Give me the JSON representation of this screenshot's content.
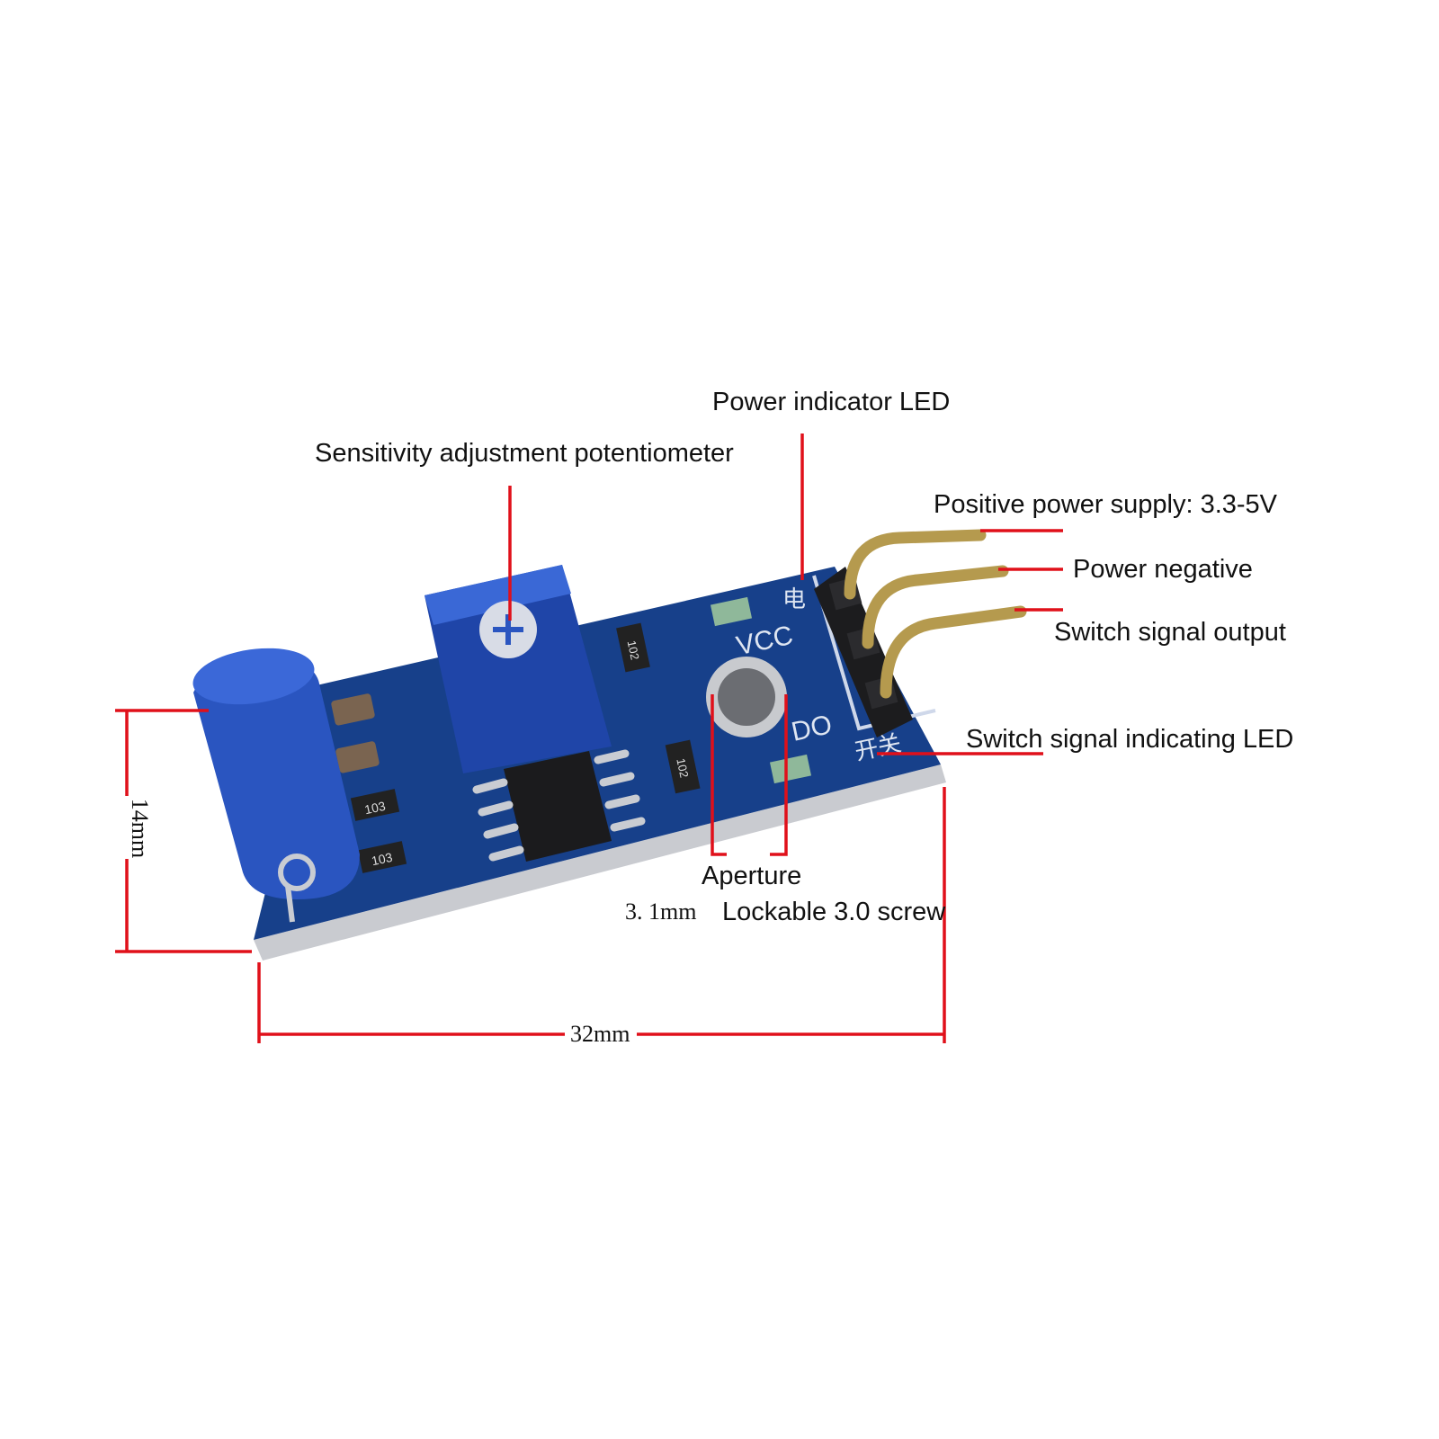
{
  "annotations": {
    "power_led": "Power indicator LED",
    "potentiometer": "Sensitivity adjustment potentiometer",
    "vcc_pin": "Positive power supply: 3.3-5V",
    "gnd_pin": "Power negative",
    "do_pin": "Switch signal output",
    "signal_led": "Switch signal indicating LED",
    "aperture": "Aperture",
    "aperture_size": "3. 1mm",
    "screw": "Lockable 3.0 screw"
  },
  "dimensions": {
    "height": "14mm",
    "width": "32mm"
  },
  "silkscreen": {
    "vcc": "VCC",
    "do": "DO",
    "power_char": "电",
    "switch_chars": "开关",
    "res1": "103",
    "res2": "103",
    "res3": "102",
    "res4": "102"
  },
  "colors": {
    "annotation_line": "#e0101a",
    "pcb": "#17408a",
    "component_blue": "#2a55c0"
  }
}
